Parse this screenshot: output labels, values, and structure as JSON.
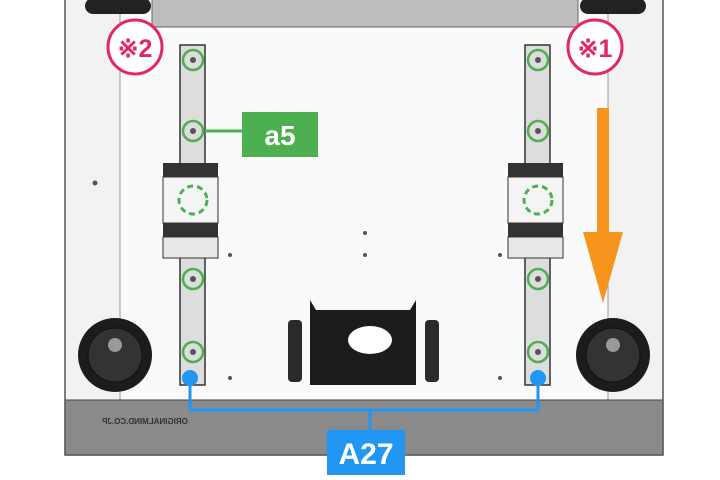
{
  "callouts": {
    "note_left": "※2",
    "note_right": "※1",
    "part_rail_screw": "a5",
    "part_bottom": "A27"
  },
  "engraving": "ORIGINALMIND.CO.JP",
  "colors": {
    "note": "#e3266c",
    "part_green": "#4caf50",
    "part_blue": "#2196f3",
    "arrow": "#f7941d"
  }
}
